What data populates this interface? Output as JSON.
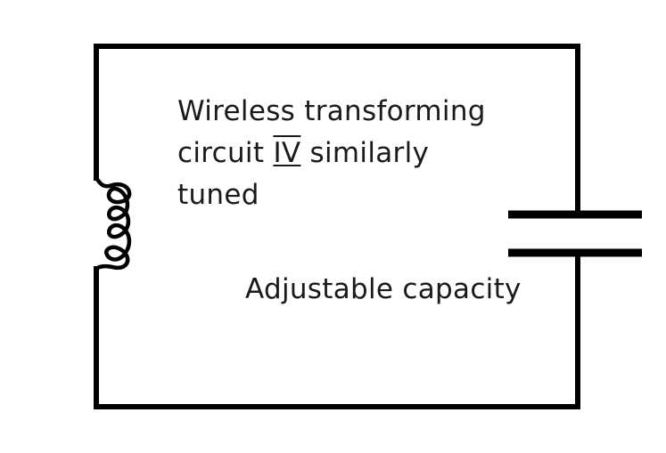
{
  "labels": {
    "transformer": {
      "line1": "Wireless transforming",
      "line2_prefix": "circuit ",
      "line2_numeral": "IV",
      "line2_suffix": " similarly",
      "line3": "tuned"
    },
    "capacity": "Adjustable capacity"
  },
  "components": {
    "inductor": "inductor-coil",
    "capacitor": "adjustable-capacitor"
  },
  "colors": {
    "wire": "#000000",
    "text": "#1a1a1a",
    "background": "#ffffff"
  }
}
